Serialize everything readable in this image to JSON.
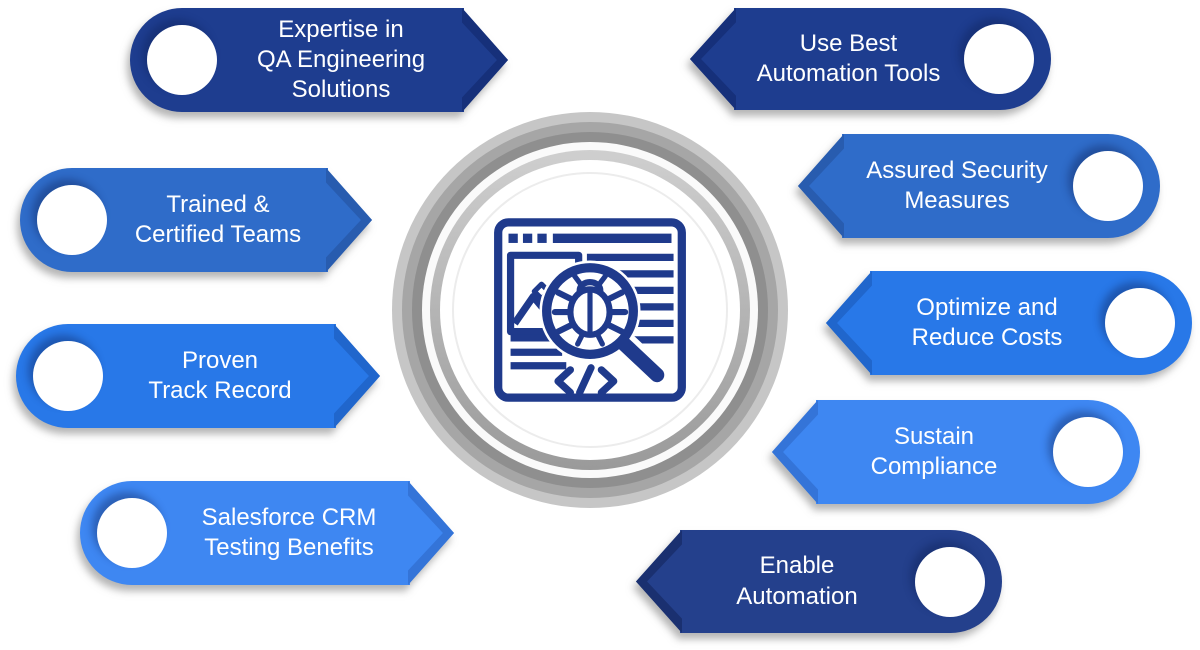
{
  "background_color": "#ffffff",
  "text_color": "#ffffff",
  "palette": {
    "navy": "#1e3d8f",
    "medium_blue": "#2f6cc9",
    "bright_blue": "#2878e8",
    "light_blue": "#3e87f2"
  },
  "banners": [
    {
      "side": "left",
      "label": "Expertise in\nQA Engineering\nSolutions",
      "color": "#1e3d8f",
      "color_dark": "#16307a"
    },
    {
      "side": "left",
      "label": "Trained &\nCertified Teams",
      "color": "#2f6cc9",
      "color_dark": "#285caf"
    },
    {
      "side": "left",
      "label": "Proven\nTrack Record",
      "color": "#2878e8",
      "color_dark": "#2066cc"
    },
    {
      "side": "left",
      "label": "Salesforce CRM\nTesting Benefits",
      "color": "#3e87f2",
      "color_dark": "#3474d8"
    },
    {
      "side": "right",
      "label": "Use Best\nAutomation Tools",
      "color": "#1e3d8f",
      "color_dark": "#16307a"
    },
    {
      "side": "right",
      "label": "Assured Security\nMeasures",
      "color": "#2f6cc9",
      "color_dark": "#285caf"
    },
    {
      "side": "right",
      "label": "Optimize and\nReduce Costs",
      "color": "#2878e8",
      "color_dark": "#2066cc"
    },
    {
      "side": "right",
      "label": "Sustain\nCompliance",
      "color": "#3e87f2",
      "color_dark": "#3474d8"
    },
    {
      "side": "right",
      "label": "Enable\nAutomation",
      "color": "#24408c",
      "color_dark": "#1a3070"
    }
  ],
  "center": {
    "icon": "browser-bug-scan-magnifier-icon",
    "icon_color": "#1f3a8c",
    "ring_outer_color": "#c6c6c6",
    "ring_mid_color": "#a6a6a6",
    "ring_inner_color": "#8f8f8f",
    "ring_second_color": "#9a9a9a",
    "face_color": "#ffffff"
  }
}
